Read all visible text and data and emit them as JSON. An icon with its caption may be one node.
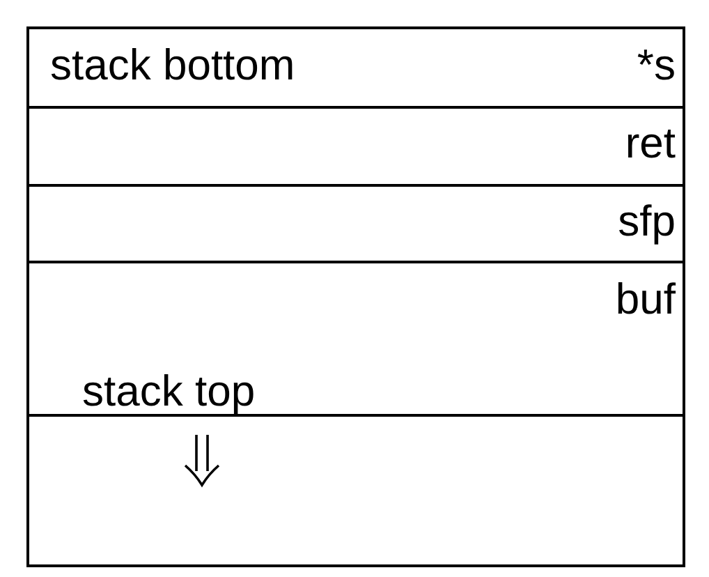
{
  "diagram": {
    "labels": [
      "stack bottom",
      "*s",
      "ret",
      "sfp",
      "buf",
      "stack top"
    ]
  }
}
